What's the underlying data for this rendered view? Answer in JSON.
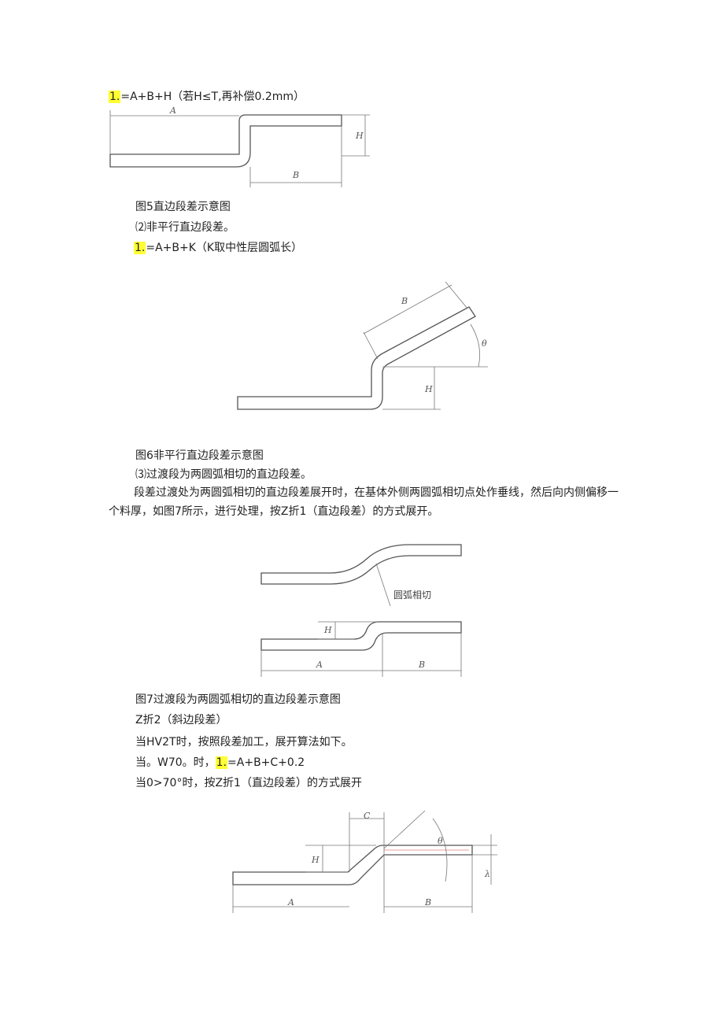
{
  "lines": {
    "f1_hl": "1.",
    "f1_rest": "=A+B+H（若H≤T,再补偿0.2mm）",
    "cap5": "图5直边段差示意图",
    "sec2": "⑵非平行直边段差。",
    "f2_hl": "1.",
    "f2_rest": "=A+B+K（K取中性层圆弧长）",
    "cap6": "图6非平行直边段差示意图",
    "sec3": "⑶过渡段为两圆弧相切的直边段差。",
    "para": "段差过渡处为两圆弧相切的直边段差展开时，在基体外侧两圆弧相切点处作垂线，然后向内侧偏移一个料厚，如图7所示，进行处理，按Z折1（直边段差）的方式展开。",
    "cap7": "图7过渡段为两圆弧相切的直边段差示意图",
    "z2": "Z折2（斜边段差）",
    "cond1": "当HV2T时，按照段差加工，展开算法如下。",
    "cond2_pre": "当。W70。时，",
    "f3_hl": "1.",
    "f3_rest": "=A+B+C+0.2",
    "cond3": "当0>70°时，按Z折1（直边段差）的方式展开"
  },
  "figure_labels": {
    "fig5": {
      "a": "A",
      "b": "B",
      "h": "H"
    },
    "fig6": {
      "b": "B",
      "h": "H",
      "theta": "θ"
    },
    "fig7": {
      "tangent": "圆弧相切",
      "h": "H",
      "a": "A",
      "b": "B"
    },
    "fig8": {
      "c": "C",
      "h": "H",
      "theta": "θ",
      "t": "λ",
      "a": "A",
      "b": "B"
    }
  },
  "colors": {
    "highlight": "#ffff33",
    "neutral_line": "#e8a0a0"
  }
}
